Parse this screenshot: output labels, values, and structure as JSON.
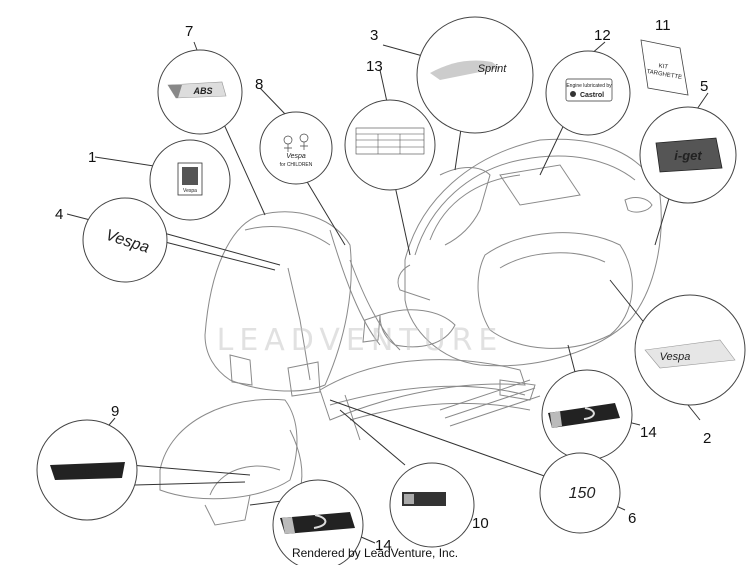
{
  "callouts": [
    {
      "id": "1",
      "text": "1"
    },
    {
      "id": "2",
      "text": "2"
    },
    {
      "id": "3",
      "text": "3"
    },
    {
      "id": "4",
      "text": "4"
    },
    {
      "id": "5",
      "text": "5"
    },
    {
      "id": "6",
      "text": "6"
    },
    {
      "id": "7",
      "text": "7"
    },
    {
      "id": "8",
      "text": "8"
    },
    {
      "id": "9",
      "text": "9"
    },
    {
      "id": "10",
      "text": "10"
    },
    {
      "id": "11",
      "text": "11"
    },
    {
      "id": "12",
      "text": "12"
    },
    {
      "id": "13",
      "text": "13"
    },
    {
      "id": "14a",
      "text": "14"
    },
    {
      "id": "14b",
      "text": "14"
    }
  ],
  "decals": {
    "abs_top": "ABS",
    "abs_bottom": "ABS",
    "sprint": "Sprint",
    "iget": "i-get",
    "engine_lubricated": "Engine lubricated by",
    "castrol": "Castrol",
    "kit_line1": "KIT",
    "kit_line2": "TARGHETTE",
    "vespa_badge": "Vespa",
    "fai_children_top": "Vespa",
    "fai_children_bottom": "for CHILDREN",
    "model_150": "150",
    "vespa_script": "Vespa"
  },
  "watermark": "LEADVENTURE",
  "footer": "Rendered by LeadVenture, Inc."
}
